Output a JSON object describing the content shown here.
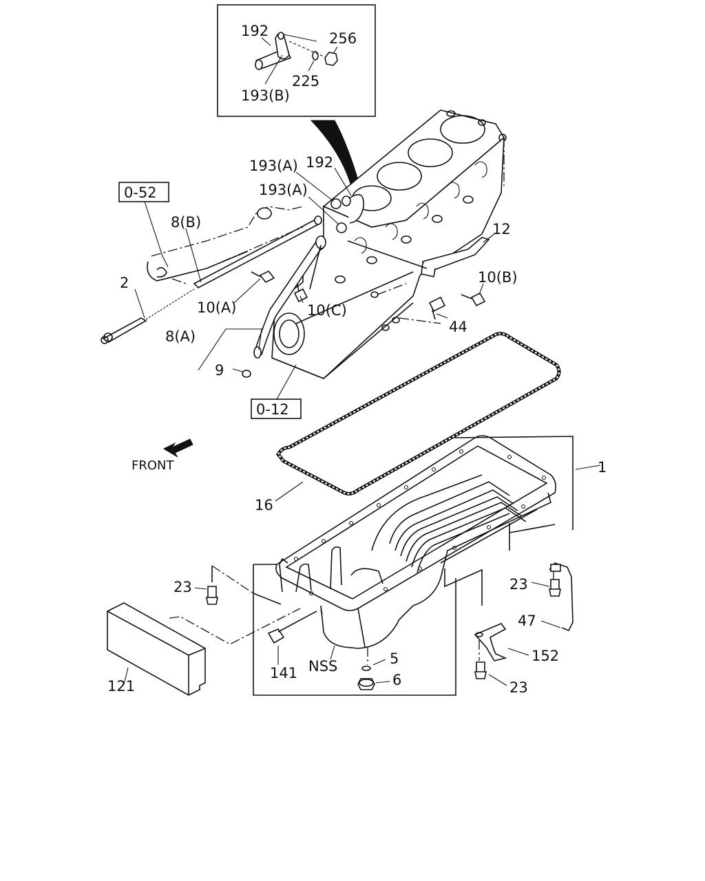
{
  "diagram": {
    "ref_boxes": [
      "0-52",
      "0-12"
    ],
    "labels": {
      "inset_192": "192",
      "inset_256": "256",
      "inset_225": "225",
      "inset_193b": "193(B)",
      "p193a_1": "193(A)",
      "p192": "192",
      "p193a_2": "193(A)",
      "p8b": "8(B)",
      "p12": "12",
      "p2": "2",
      "p10b": "10(B)",
      "p10a": "10(A)",
      "p10c": "10(C)",
      "p44": "44",
      "p8a": "8(A)",
      "p9": "9",
      "p1": "1",
      "p16": "16",
      "p23_left": "23",
      "p23_right": "23",
      "p47": "47",
      "p152": "152",
      "p5": "5",
      "p6": "6",
      "p23_bottom": "23",
      "p141": "141",
      "pnss": "NSS",
      "p121": "121"
    },
    "front_label": "FRONT",
    "icons": [
      "front-arrow-icon"
    ]
  }
}
